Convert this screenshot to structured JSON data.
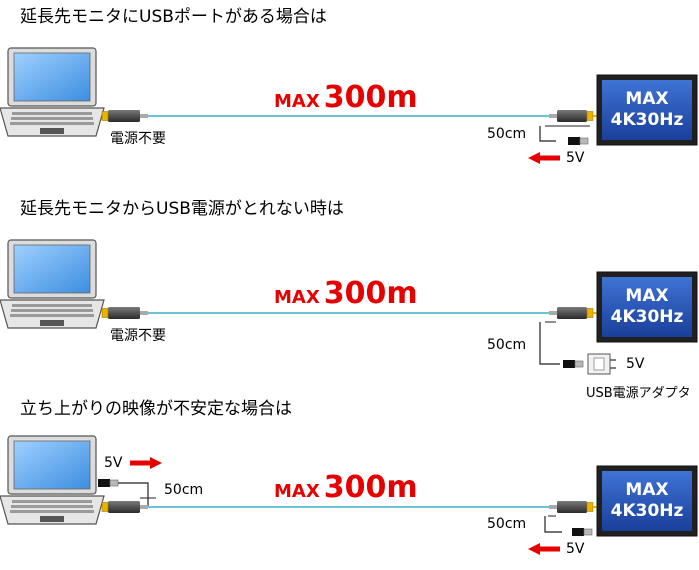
{
  "sections": [
    {
      "heading": "延長先モニタにUSBポートがある場合は",
      "max_word": "MAX",
      "max_value": "300m",
      "left_note": "電源不要",
      "cable_length": "50cm",
      "power_label": "5V",
      "monitor_line1": "MAX",
      "monitor_line2": "4K30Hz"
    },
    {
      "heading": "延長先モニタからUSB電源がとれない時は",
      "max_word": "MAX",
      "max_value": "300m",
      "left_note": "電源不要",
      "cable_length": "50cm",
      "power_label": "5V",
      "adapter_label": "USB電源アダプタ",
      "monitor_line1": "MAX",
      "monitor_line2": "4K30Hz"
    },
    {
      "heading": "立ち上がりの映像が不安定な場合は",
      "max_word": "MAX",
      "max_value": "300m",
      "left_power_label": "5V",
      "left_cable_length": "50cm",
      "cable_length": "50cm",
      "power_label": "5V",
      "monitor_line1": "MAX",
      "monitor_line2": "4K30Hz"
    }
  ],
  "colors": {
    "accent_red": "#e60000",
    "fiber": "#3ab0c8",
    "monitor_blue": "#1f4fb8",
    "laptop_screen": "#5aa6ee",
    "connector_gold": "#e8b400"
  }
}
